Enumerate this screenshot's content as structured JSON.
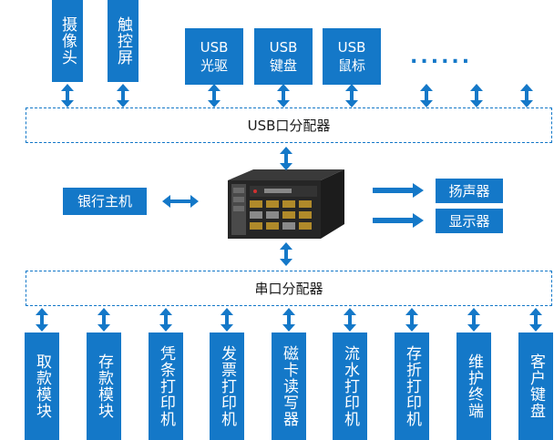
{
  "top_devices": [
    {
      "label": "摄像头"
    },
    {
      "label": "触控屏"
    },
    {
      "line1": "USB",
      "line2": "光驱"
    },
    {
      "line1": "USB",
      "line2": "键盘"
    },
    {
      "line1": "USB",
      "line2": "鼠标"
    }
  ],
  "more_indicator": "......",
  "usb_distributor": "USB口分配器",
  "bank_host": "银行主机",
  "speaker": "扬声器",
  "display": "显示器",
  "serial_distributor": "串口分配器",
  "bottom_devices": [
    "取款模块",
    "存款模块",
    "凭条打印机",
    "发票打印机",
    "磁卡读写器",
    "流水打印机",
    "存折打印机",
    "维护终端",
    "客户键盘"
  ],
  "colors": {
    "accent": "#1478c8",
    "dashed_border": "#1478c8",
    "text_dark": "#1a1a1a"
  }
}
